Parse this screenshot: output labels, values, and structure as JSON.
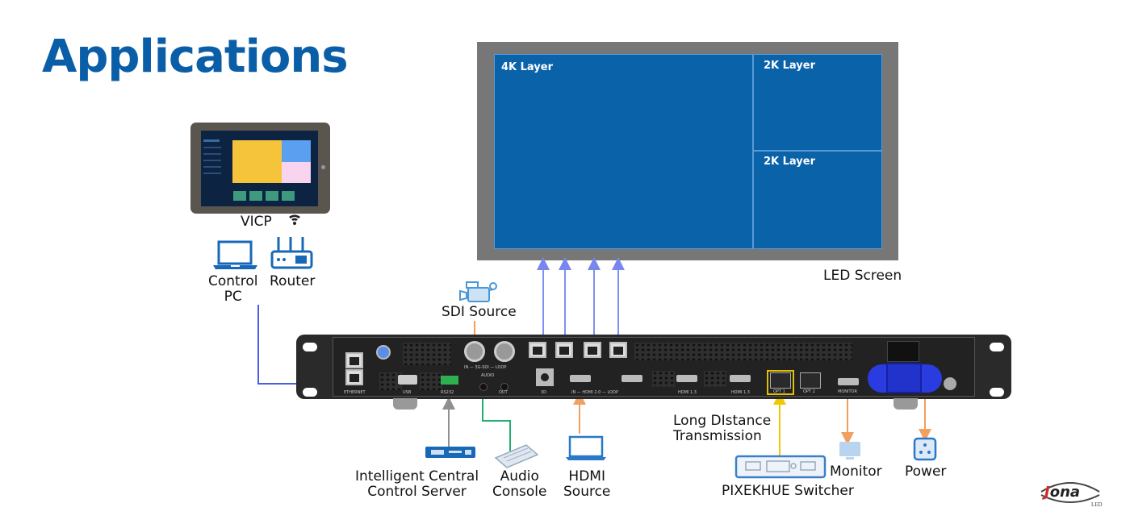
{
  "title": "Applications",
  "led_screen": {
    "label": "LED Screen",
    "layers": [
      "4K Layer",
      "2K Layer",
      "2K Layer"
    ],
    "frame_color": "#777777",
    "panel_color": "#0a62a8"
  },
  "control": {
    "tablet_label": "VICP",
    "control_pc_label": [
      "Control",
      "PC"
    ],
    "router_label": "Router"
  },
  "sources": {
    "sdi": "SDI Source",
    "hdmi": [
      "HDMI",
      "Source"
    ],
    "audio": [
      "Audio",
      "Console"
    ],
    "central_server": [
      "Intelligent Central",
      "Control Server"
    ],
    "long_distance": [
      "Long DIstance",
      "Transmission"
    ],
    "switcher": "PIXEKHUE Switcher",
    "monitor": "Monitor",
    "power": "Power"
  },
  "device_ports": {
    "ethernet": "ETHERNET",
    "usb": "USB",
    "rs232": "RS232",
    "sdi": "IN — 3G-SDI — LOOP",
    "audio": "AUDIO",
    "audio_out": "OUT",
    "threed": "3D",
    "hdmi_20": "IN — HDMI 2.0 — LOOP",
    "hdmi_13a": "HDMI 1.3",
    "hdmi_13b": "HDMI 1.3",
    "opt1": "OPT 1",
    "opt2": "OPT 2",
    "monitor": "MONITOR"
  },
  "connection_colors": {
    "ethernet": "#4a5ee8",
    "output": "#8090f0",
    "video_in": "#f0a060",
    "audio": "#20b070",
    "control": "#909090",
    "fiber": "#f0c800",
    "power": "#f0a060"
  },
  "brand": {
    "logo_text": "Jona",
    "logo_sub": "LED"
  }
}
